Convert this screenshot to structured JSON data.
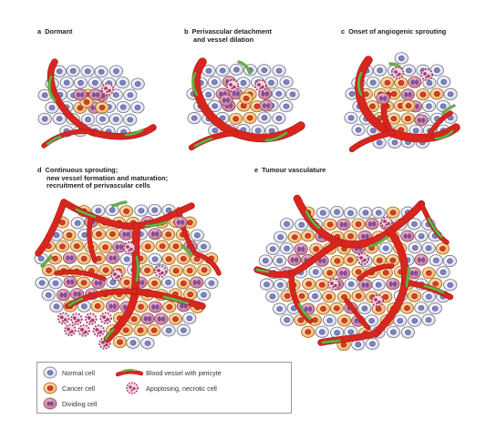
{
  "panels": {
    "a": {
      "letter": "a",
      "title": "Dormant"
    },
    "b": {
      "letter": "b",
      "title": "Perivascular detachment",
      "title2": "and vessel dilation"
    },
    "c": {
      "letter": "c",
      "title": "Onset of angiogenic sprouting"
    },
    "d": {
      "letter": "d",
      "title": "Continuous sprouting;",
      "title2": "new vessel formation and maturation;",
      "title3": "recruitment of perivascular cells"
    },
    "e": {
      "letter": "e",
      "title": "Tumour vasculature"
    }
  },
  "legend": {
    "normal": "Normal cell",
    "cancer": "Cancer cell",
    "dividing": "Dividing cell",
    "vessel": "Blood vessel with pericyte",
    "apoptotic": "Apoptosing, necrotic cell"
  },
  "colors": {
    "vessel": "#d8261e",
    "pericyte": "#6bb34a",
    "normal_fill": "#e4e5ee",
    "normal_nucleus": "#7d83c2",
    "cancer_fill": "#f6c77f",
    "cancer_nucleus": "#dc3a2a",
    "dividing_fill": "#d48a9a",
    "dividing_nucleus": "#7e4ea2",
    "apoptotic": "#a43a6e"
  }
}
